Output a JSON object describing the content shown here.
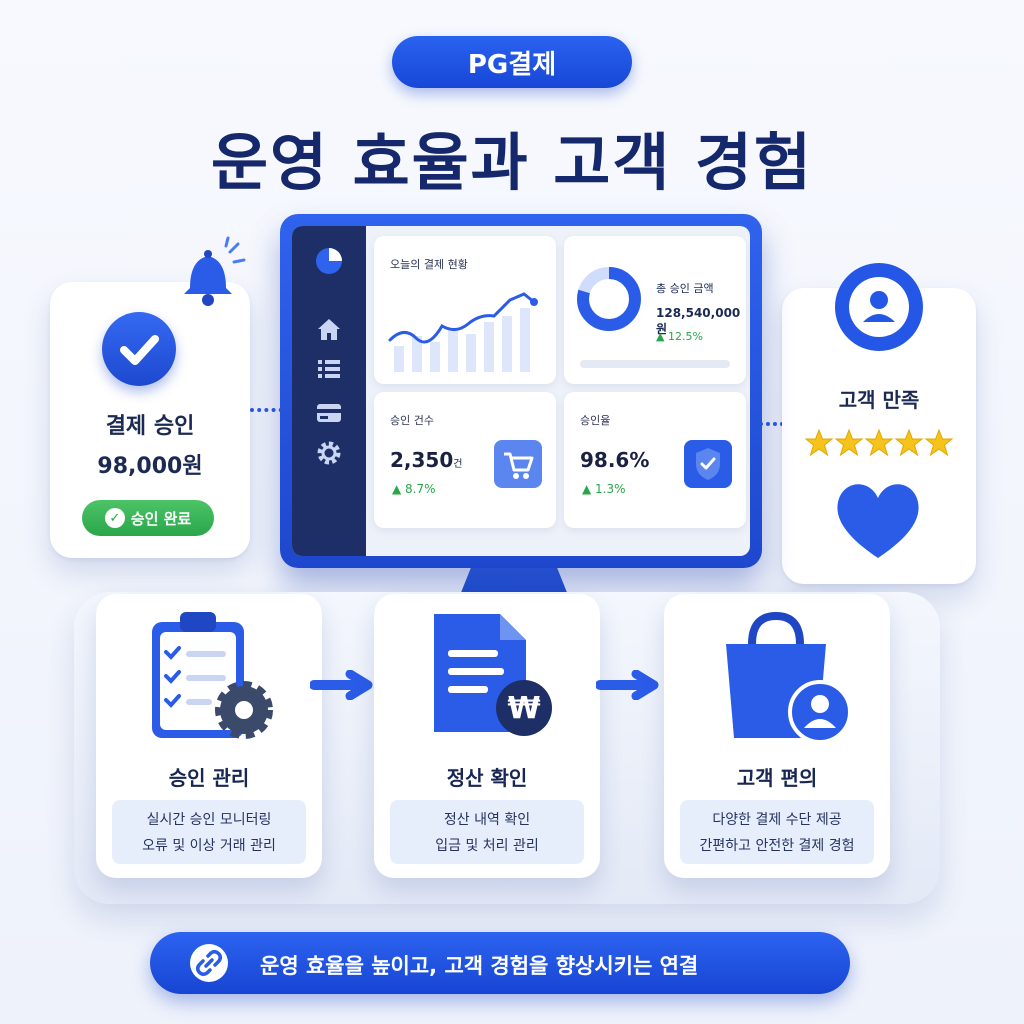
{
  "header": {
    "badge": "PG결제",
    "title": "운영 효율과 고객 경험"
  },
  "approval_card": {
    "title": "결제 승인",
    "amount": "98,000원",
    "status": "승인 완료"
  },
  "satisfaction_card": {
    "title": "고객 만족",
    "rating_stars": 5
  },
  "dashboard": {
    "today_title": "오늘의 결제 현황",
    "total": {
      "label": "총 승인 금액",
      "value": "128,540,000원",
      "change": "▲ 12.5%"
    },
    "count": {
      "label": "승인 건수",
      "value": "2,350",
      "unit": "건",
      "change": "▲ 8.7%"
    },
    "rate": {
      "label": "승인율",
      "value": "98.6%",
      "change": "▲ 1.3%"
    }
  },
  "steps": [
    {
      "title": "승인 관리",
      "desc1": "실시간 승인 모니터링",
      "desc2": "오류 및 이상 거래 관리"
    },
    {
      "title": "정산 확인",
      "desc1": "정산 내역 확인",
      "desc2": "입금 및 처리 관리"
    },
    {
      "title": "고객 편의",
      "desc1": "다양한 결제 수단 제공",
      "desc2": "간편하고 안전한 결제 경험"
    }
  ],
  "banner": {
    "text": "운영 효율을 높이고, 고객 경험을 향상시키는 연결"
  },
  "colors": {
    "primary": "#1e4fe0",
    "navy": "#14286b",
    "success": "#2aa64b",
    "star": "#f6c21c"
  }
}
